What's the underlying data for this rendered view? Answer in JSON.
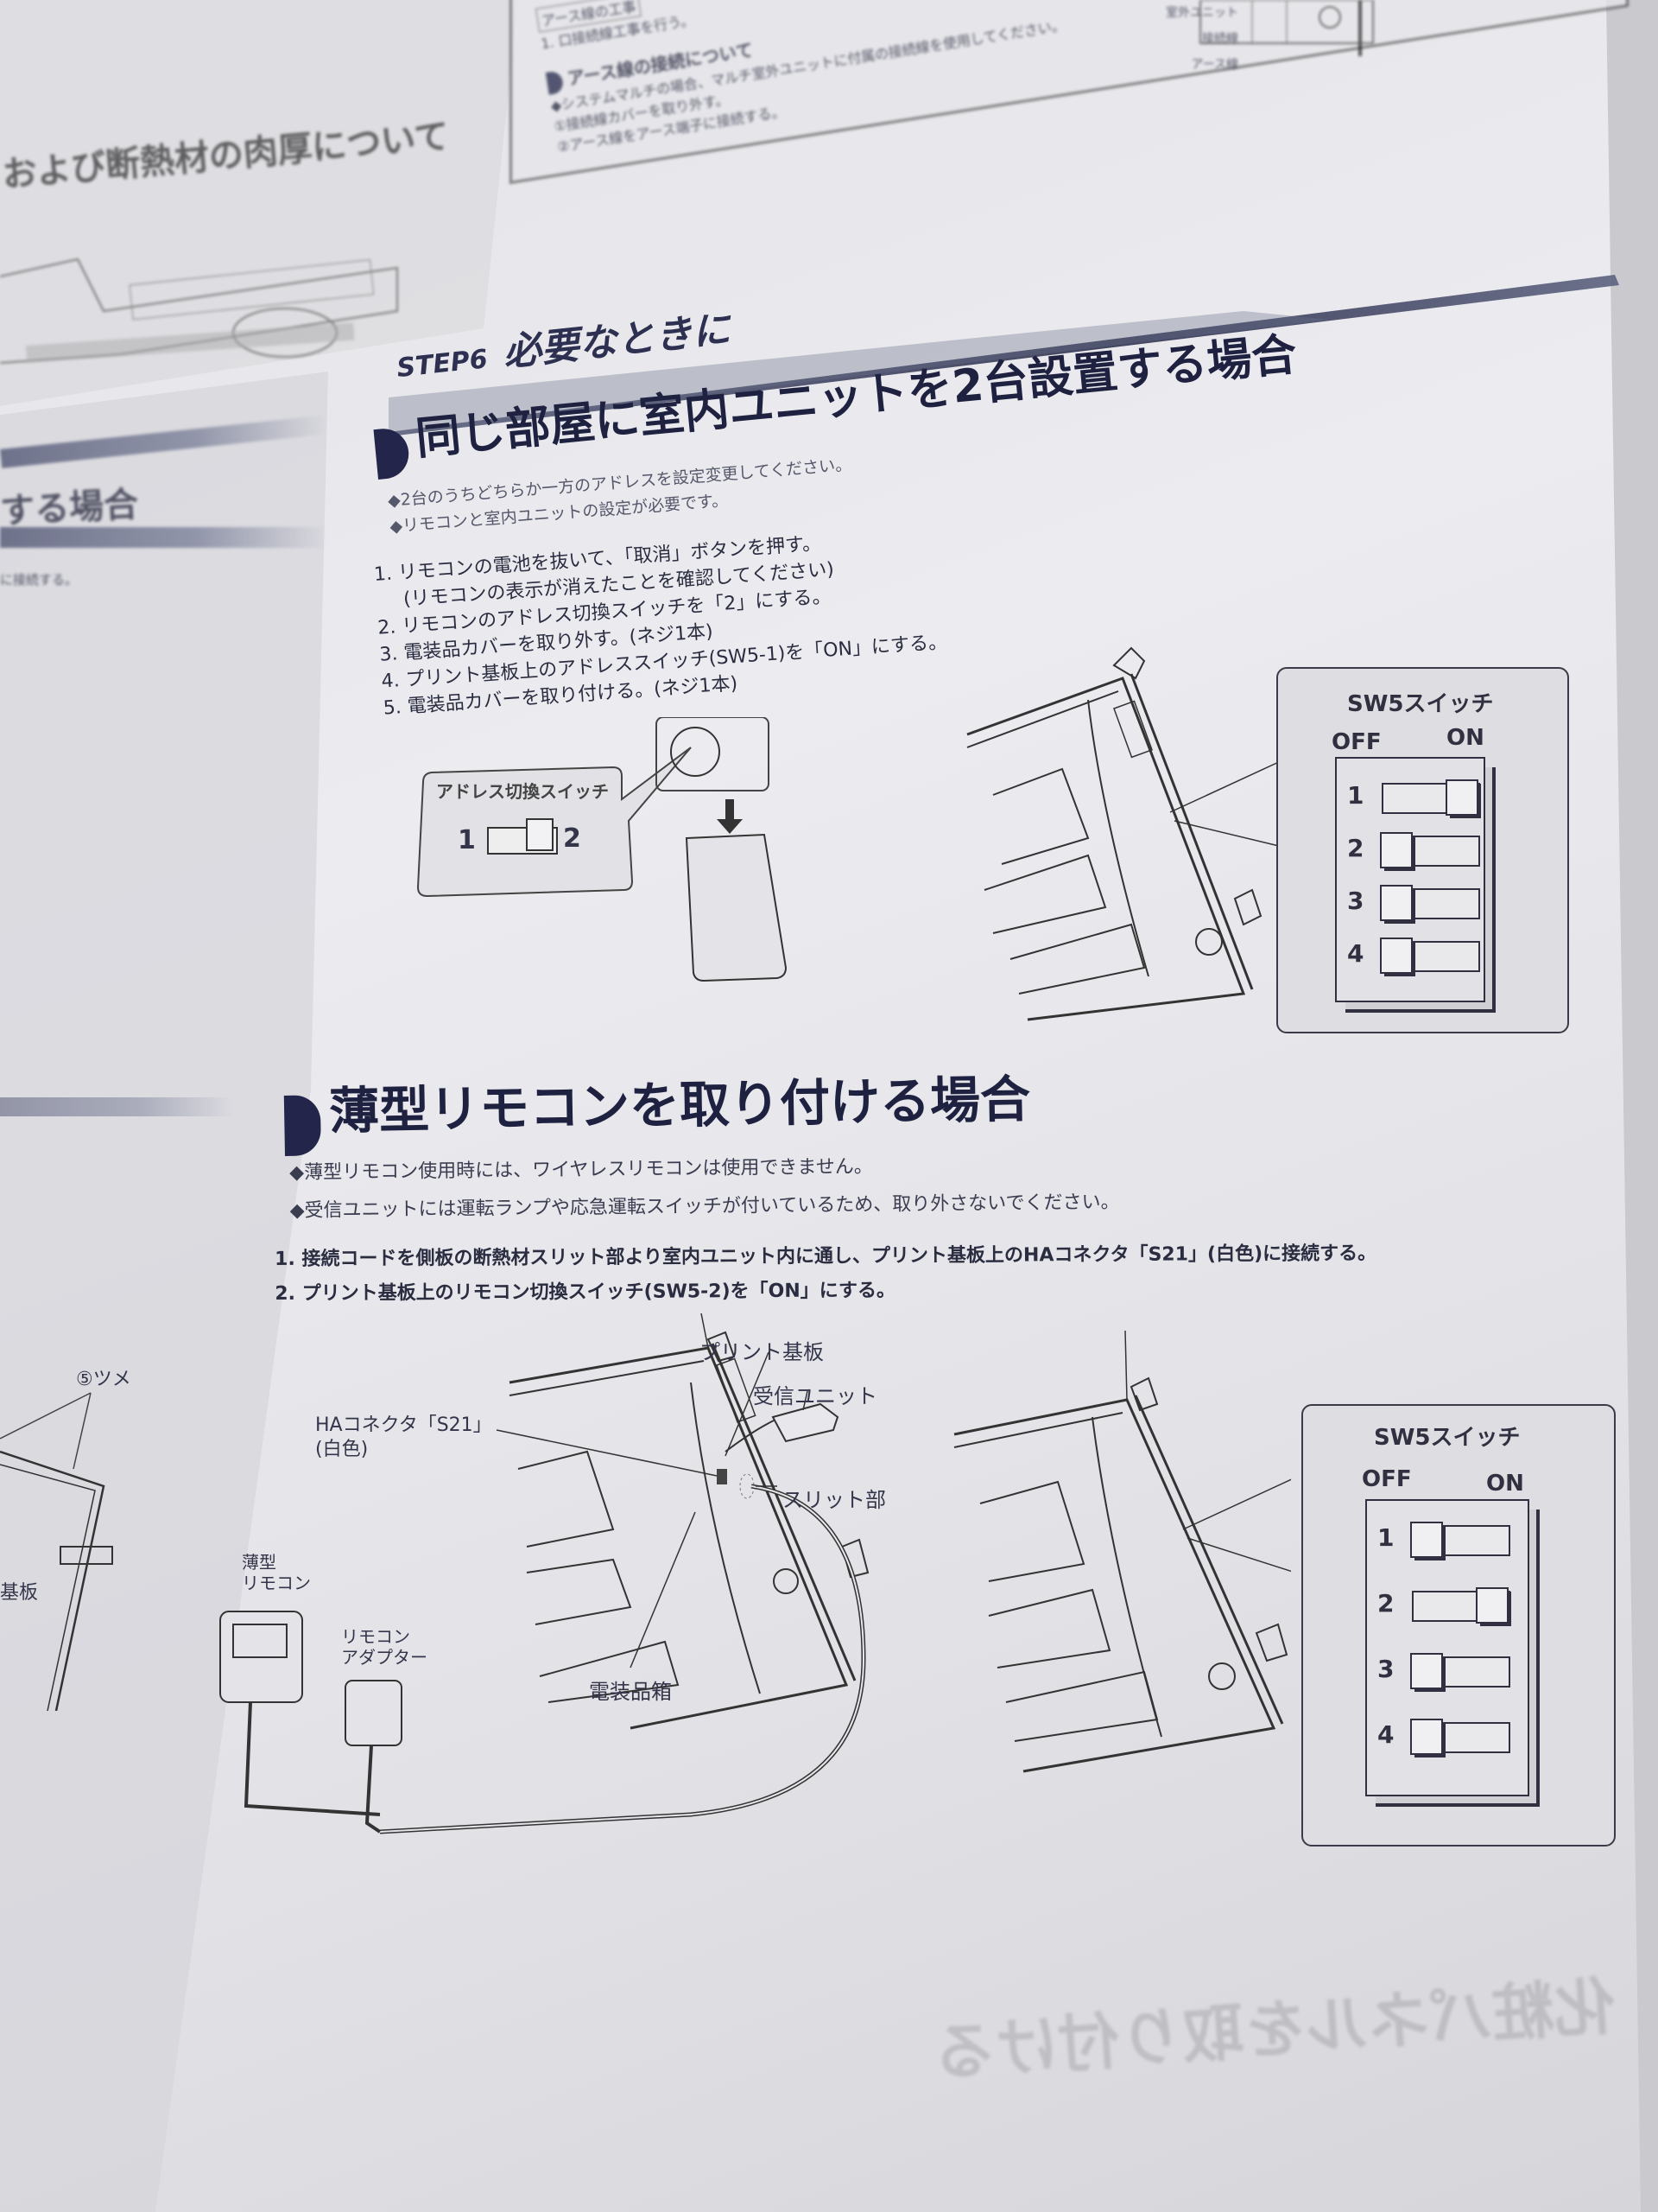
{
  "background_sheets": {
    "top_right": {
      "box_label": "アース線の工事",
      "step_line": "1. 口接続線工事を行う。",
      "section_title": "アース線の接続について",
      "bullet": "◆システムマルチの場合、マルチ室外ユニットに付属の接続線を使用してください。",
      "lines": [
        "①接続線カバーを取り外す。",
        "②アース線をアース端子に接続する。"
      ],
      "diagram_labels": [
        "室外ユニット",
        "接続線",
        "アース線"
      ]
    },
    "top_left": {
      "heading": "および断熱材の肉厚について"
    },
    "left_middle": {
      "heading": "する場合",
      "line": "に接続する。"
    },
    "left_bottom": {
      "labels": [
        "⑤ツメ",
        "基板"
      ]
    },
    "bleed_through": "化粧パネルを取り付ける"
  },
  "step_band": {
    "step": "STEP6",
    "title": "必要なときに"
  },
  "section1": {
    "heading": "同じ部屋に室内ユニットを2台設置する場合",
    "bullets": [
      "◆2台のうちどちらか一方のアドレスを設定変更してください。",
      "◆リモコンと室内ユニットの設定が必要です。"
    ],
    "steps": [
      {
        "num": "1.",
        "text": "リモコンの電池を抜いて、「取消」ボタンを押す。",
        "sub": "(リモコンの表示が消えたことを確認してください)"
      },
      {
        "num": "2.",
        "text": "リモコンのアドレス切換スイッチを「2」にする。"
      },
      {
        "num": "3.",
        "text": "電装品カバーを取り外す。(ネジ1本)"
      },
      {
        "num": "4.",
        "text": "プリント基板上のアドレススイッチ(SW5-1)を「ON」にする。"
      },
      {
        "num": "5.",
        "text": "電装品カバーを取り付ける。(ネジ1本)"
      }
    ],
    "address_switch": {
      "title": "アドレス切換スイッチ",
      "left": "1",
      "right": "2",
      "position": 2
    },
    "sw5": {
      "title": "SW5スイッチ",
      "off": "OFF",
      "on": "ON",
      "switches": [
        {
          "num": "1",
          "state": "ON"
        },
        {
          "num": "2",
          "state": "OFF"
        },
        {
          "num": "3",
          "state": "OFF"
        },
        {
          "num": "4",
          "state": "OFF"
        }
      ]
    }
  },
  "section2": {
    "heading": "薄型リモコンを取り付ける場合",
    "bullets": [
      "◆薄型リモコン使用時には、ワイヤレスリモコンは使用できません。",
      "◆受信ユニットには運転ランプや応急運転スイッチが付いているため、取り外さないでください。"
    ],
    "steps": [
      {
        "num": "1.",
        "text": "接続コードを側板の断熱材スリット部より室内ユニット内に通し、プリント基板上のHAコネクタ「S21」(白色)に接続する。"
      },
      {
        "num": "2.",
        "text": "プリント基板上のリモコン切換スイッチ(SW5-2)を「ON」にする。"
      }
    ],
    "diagram_labels": {
      "pcb": "プリント基板",
      "receiver": "受信ユニット",
      "ha_connector": "HAコネクタ「S21」",
      "ha_color": "(白色)",
      "slit": "スリット部",
      "thin_remote_1": "薄型",
      "thin_remote_2": "リモコン",
      "adapter_1": "リモコン",
      "adapter_2": "アダプター",
      "electrical_box": "電装品箱"
    },
    "sw5": {
      "title": "SW5スイッチ",
      "off": "OFF",
      "on": "ON",
      "switches": [
        {
          "num": "1",
          "state": "OFF"
        },
        {
          "num": "2",
          "state": "ON"
        },
        {
          "num": "3",
          "state": "OFF"
        },
        {
          "num": "4",
          "state": "OFF"
        }
      ]
    }
  }
}
